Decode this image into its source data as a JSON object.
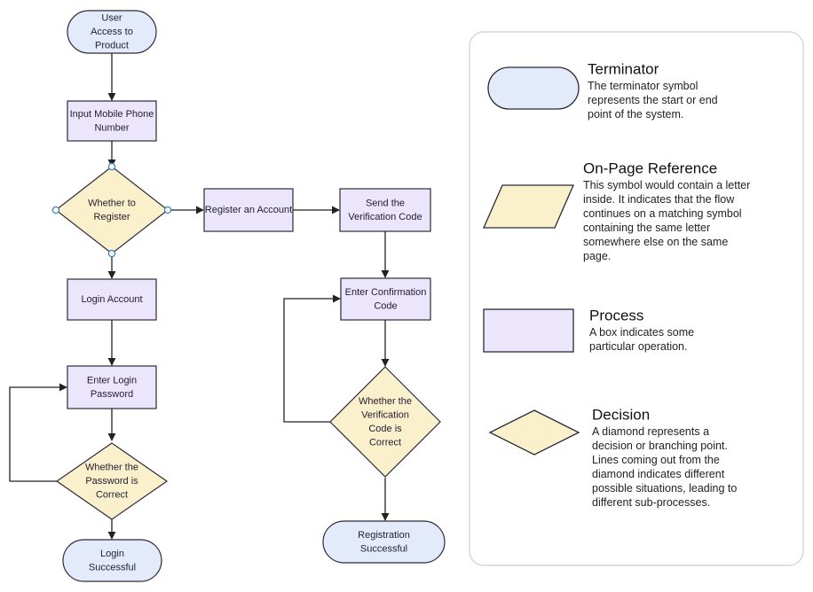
{
  "colors": {
    "terminator_fill": "#e3ebfb",
    "process_fill": "#ebe6fb",
    "decision_fill": "#fbf0cc",
    "stroke": "#2a2a3a",
    "connector": "#222222",
    "handle": "#3b82c4",
    "legend_border": "#cfcfcf"
  },
  "nodes": {
    "start": [
      "User",
      "Access to",
      "Product"
    ],
    "input_phone": [
      "Input Mobile Phone",
      "Number"
    ],
    "whether_register": [
      "Whether to",
      "Register"
    ],
    "register_account": [
      "Register an Account"
    ],
    "send_code": [
      "Send the",
      "Verification Code"
    ],
    "login_account": [
      "Login Account"
    ],
    "enter_confirmation": [
      "Enter Confirmation",
      "Code"
    ],
    "enter_password": [
      "Enter Login",
      "Password"
    ],
    "code_correct": [
      "Whether the",
      "Verification",
      "Code is",
      "Correct"
    ],
    "password_correct": [
      "Whether the",
      "Password is",
      "Correct"
    ],
    "login_successful": [
      "Login",
      "Successful"
    ],
    "registration_successful": [
      "Registration",
      "Successful"
    ]
  },
  "legend": {
    "terminator": {
      "title": "Terminator",
      "desc": [
        "The terminator symbol",
        "represents the start or end",
        "point of the system."
      ]
    },
    "reference": {
      "title": "On-Page Reference",
      "desc": [
        "This symbol would contain a letter",
        "inside. It indicates that the flow",
        "continues on a matching symbol",
        "containing the same letter",
        "somewhere else on the same",
        "page."
      ]
    },
    "process": {
      "title": "Process",
      "desc": [
        "A box indicates some",
        "particular operation."
      ]
    },
    "decision": {
      "title": "Decision",
      "desc": [
        "A diamond represents a",
        "decision or branching point.",
        "Lines coming out from the",
        "diamond indicates different",
        "possible situations, leading to",
        "different sub-processes."
      ]
    }
  }
}
